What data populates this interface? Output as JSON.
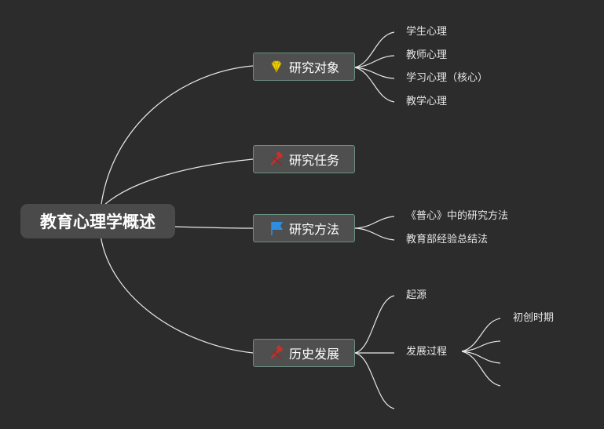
{
  "root": {
    "label": "教育心理学概述"
  },
  "branches": [
    {
      "label": "研究对象",
      "icon": "diamond-icon",
      "children": [
        "学生心理",
        "教师心理",
        "学习心理（核心）",
        "教学心理"
      ]
    },
    {
      "label": "研究任务",
      "icon": "hammer-icon",
      "children": []
    },
    {
      "label": "研究方法",
      "icon": "flag-icon",
      "children": [
        "《普心》中的研究方法",
        "教育部经验总结法"
      ]
    },
    {
      "label": "历史发展",
      "icon": "hammer-icon",
      "children": [
        "起源",
        "发展过程",
        ""
      ],
      "grandchildren": [
        "初创时期",
        "",
        "",
        ""
      ]
    }
  ],
  "colors": {
    "background": "#2c2c2c",
    "line": "#e8e8e8",
    "node_fill": "#4f4f4f",
    "node_border": "#6a8f80",
    "diamond": "#f2d300",
    "flag": "#2f8de0",
    "hammer": "#c9302c"
  }
}
